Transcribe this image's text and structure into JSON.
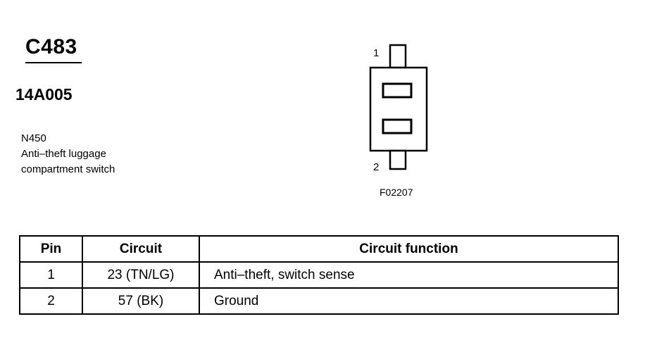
{
  "connector": {
    "id": "C483",
    "part_number": "14A005",
    "component_code": "N450",
    "component_description_line1": "Anti–theft luggage",
    "component_description_line2": "compartment switch"
  },
  "figure": {
    "pin_top_label": "1",
    "pin_bottom_label": "2",
    "figure_code": "F02207"
  },
  "table": {
    "headers": [
      "Pin",
      "Circuit",
      "Circuit function"
    ],
    "rows": [
      {
        "pin": "1",
        "circuit": "23 (TN/LG)",
        "function": "Anti–theft, switch sense"
      },
      {
        "pin": "2",
        "circuit": "57 (BK)",
        "function": "Ground"
      }
    ]
  }
}
